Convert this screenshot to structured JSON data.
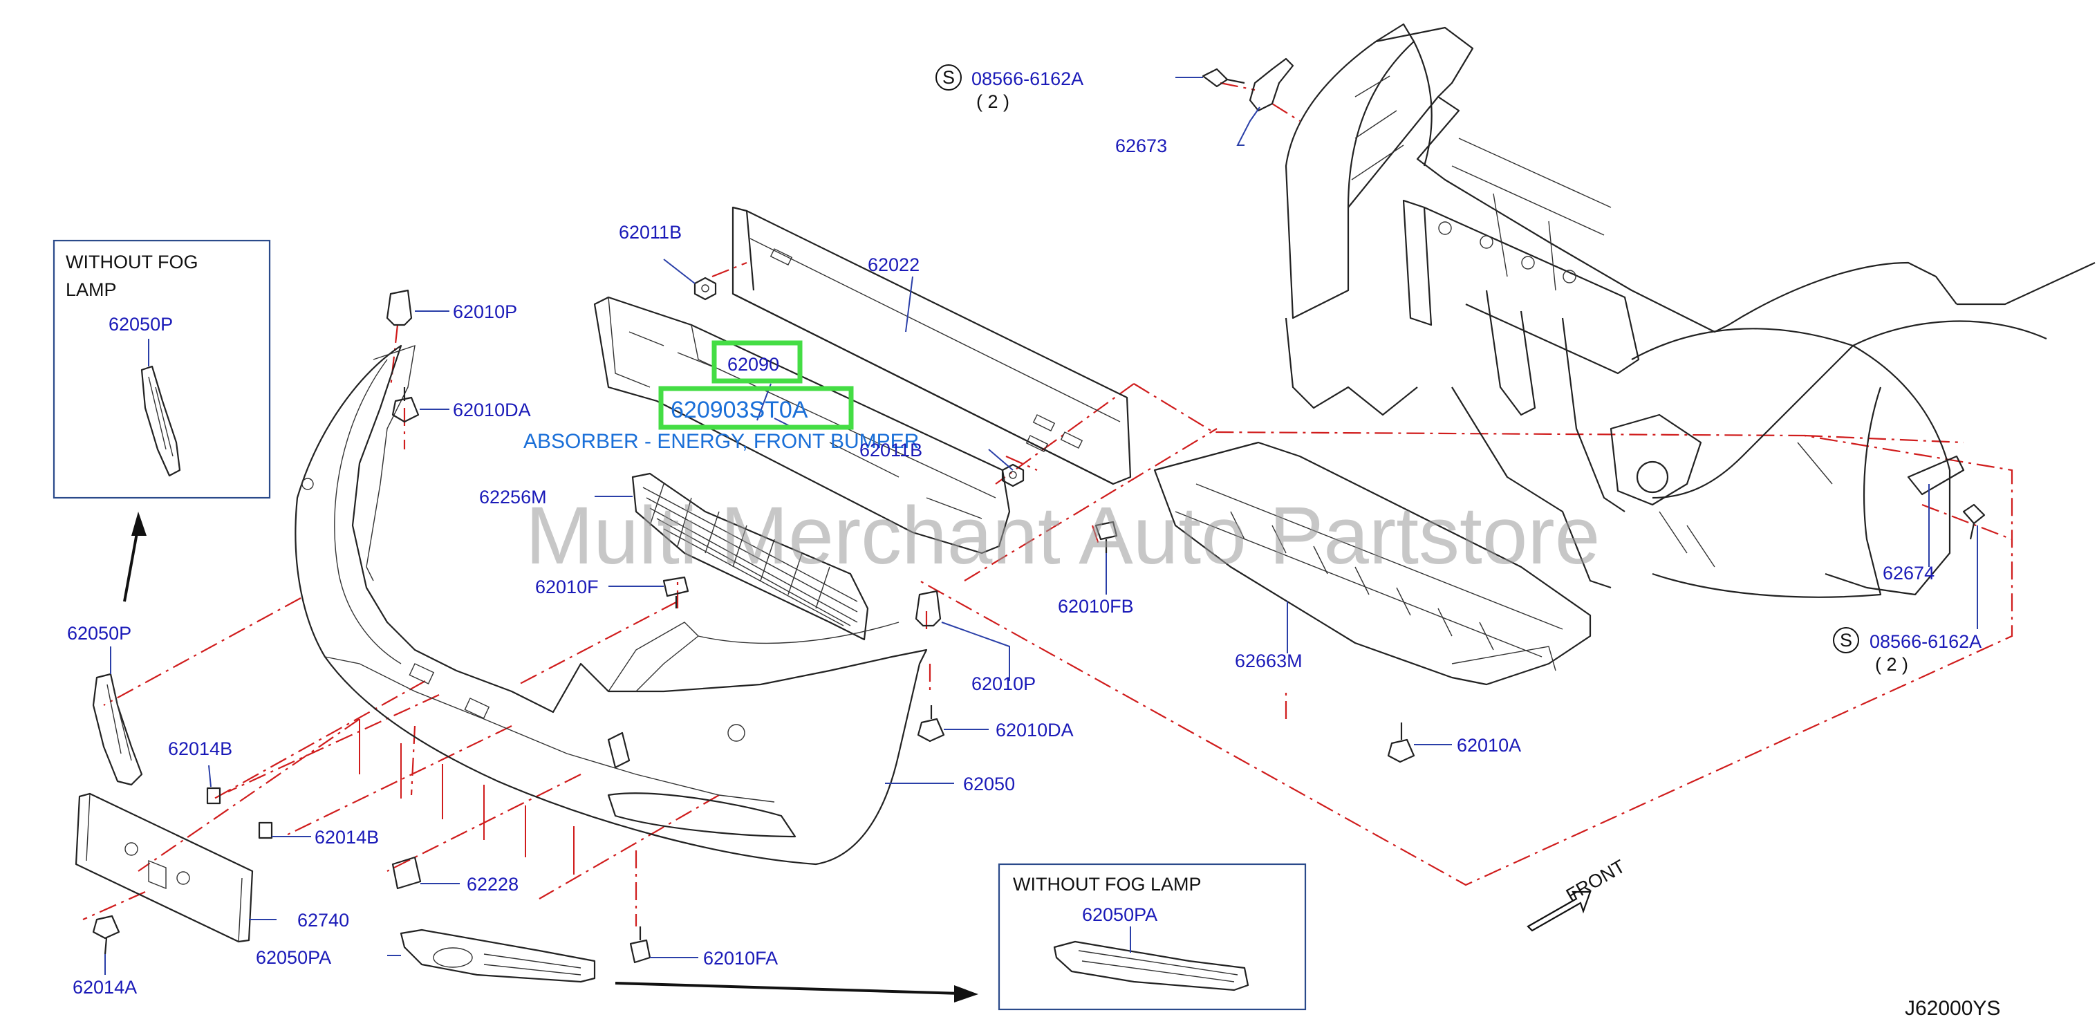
{
  "diagram": {
    "code": "J62000YS",
    "watermark": "Multi Merchant Auto Partstore",
    "front_label": "FRONT",
    "callout": {
      "part_number": "62090",
      "full_part_number": "620903ST0A",
      "description": "ABSORBER - ENERGY, FRONT BUMPER"
    },
    "screw_top": {
      "symbol": "S",
      "number": "08566-6162A",
      "qty": "( 2 )"
    },
    "screw_right": {
      "symbol": "S",
      "number": "08566-6162A",
      "qty": "( 2 )"
    },
    "inset_left": {
      "title_line1": "WITHOUT   FOG",
      "title_line2": "LAMP",
      "part": "62050P"
    },
    "inset_bottom": {
      "title": "WITHOUT   FOG   LAMP",
      "part": "62050PA"
    },
    "labels": {
      "l62673": "62673",
      "l62011B_top": "62011B",
      "l62022": "62022",
      "l62011B_mid": "62011B",
      "l62010P_top": "62010P",
      "l62010DA_top": "62010DA",
      "l62256M": "62256M",
      "l62010F": "62010F",
      "l62010FB": "62010FB",
      "l62663M": "62663M",
      "l62674": "62674",
      "l62010A": "62010A",
      "l62050P": "62050P",
      "l62010P_bot": "62010P",
      "l62010DA_bot": "62010DA",
      "l62014B_a": "62014B",
      "l62050": "62050",
      "l62014B_b": "62014B",
      "l62228": "62228",
      "l62740": "62740",
      "l62050PA": "62050PA",
      "l62010FA": "62010FA",
      "l62014A": "62014A"
    }
  }
}
